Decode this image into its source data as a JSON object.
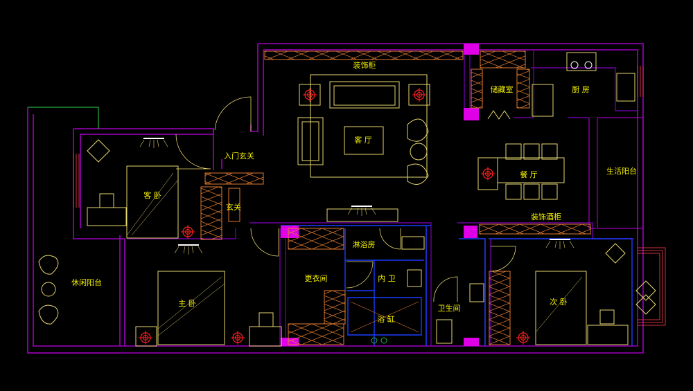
{
  "colors": {
    "background": "#000000",
    "wall": "#a000c0",
    "outline": "#6a00a0",
    "furniture": "#e8d870",
    "cabinet": "#e07a30",
    "window": "#d03040",
    "column": "#e000e8",
    "fixture": "#1a3cff",
    "label": "#f4f000",
    "lamp": "#ff2020",
    "balcony_rail": "#28b040"
  },
  "rooms": {
    "decor_cabinet": "装饰柜",
    "storage": "储藏室",
    "kitchen": "厨 房",
    "entry": "入门玄关",
    "living": "客 厅",
    "dining": "餐 厅",
    "utility_balcony": "生活阳台",
    "guest_bedroom": "客 卧",
    "foyer": "玄关",
    "wine_cabinet": "装饰酒柜",
    "shower": "淋浴房",
    "leisure_balcony": "休闲阳台",
    "walk_in_closet": "更衣间",
    "master_bath": "内 卫",
    "master_bedroom": "主 卧",
    "bathtub": "浴 缸",
    "toilet_room": "卫生间",
    "second_bedroom": "次 卧"
  },
  "icons": [
    "ceiling-lamp-icon",
    "stove-icon",
    "sink-icon",
    "toilet-icon",
    "washbasin-icon",
    "door-swing-icon",
    "chair-icon",
    "plant-icon"
  ]
}
